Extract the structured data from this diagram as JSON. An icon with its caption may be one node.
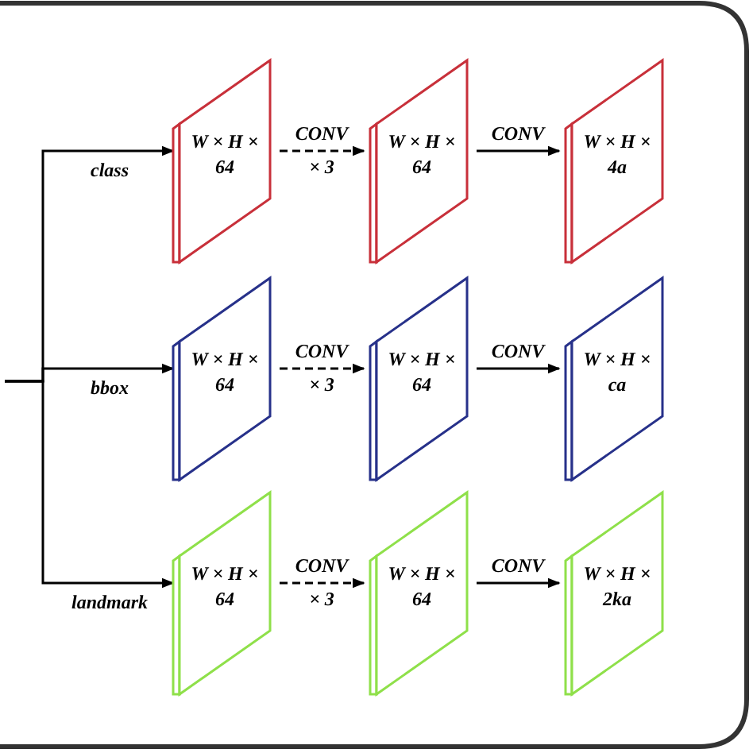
{
  "diagram": {
    "nodes": [
      {
        "text": [
          "W × H × 64"
        ]
      },
      {
        "text": [
          "W × H × 64"
        ]
      },
      {
        "text": [
          "W × H × 4a"
        ]
      },
      {
        "text": [
          "W × H × 64"
        ]
      },
      {
        "text": [
          "W × H × 64"
        ]
      },
      {
        "text": [
          "W × H × ca"
        ]
      },
      {
        "text": [
          "W × H × 64"
        ]
      },
      {
        "text": [
          "W × H × 64"
        ]
      },
      {
        "text": [
          "W × H × 2ka"
        ]
      }
    ],
    "edges": [
      {
        "from": null,
        "to": 0,
        "arrow": "to",
        "label": "class"
      },
      {
        "from": null,
        "to": 3,
        "arrow": "to",
        "label": "bbox"
      },
      {
        "from": null,
        "to": 6,
        "arrow": "to",
        "label": "landmark"
      },
      {
        "from": 0,
        "to": 1,
        "arrow": "to",
        "label": "CONV × 3",
        "style": "dashed"
      },
      {
        "from": 1,
        "to": 2,
        "arrow": "to",
        "label": "CONV"
      },
      {
        "from": 3,
        "to": 4,
        "arrow": "to",
        "label": "CONV × 3",
        "style": "dashed"
      },
      {
        "from": 4,
        "to": 5,
        "arrow": "to",
        "label": "CONV"
      },
      {
        "from": 6,
        "to": 7,
        "arrow": "to",
        "label": "CONV × 3",
        "style": "dashed"
      },
      {
        "from": 7,
        "to": 8,
        "arrow": "to",
        "label": "CONV"
      }
    ]
  }
}
